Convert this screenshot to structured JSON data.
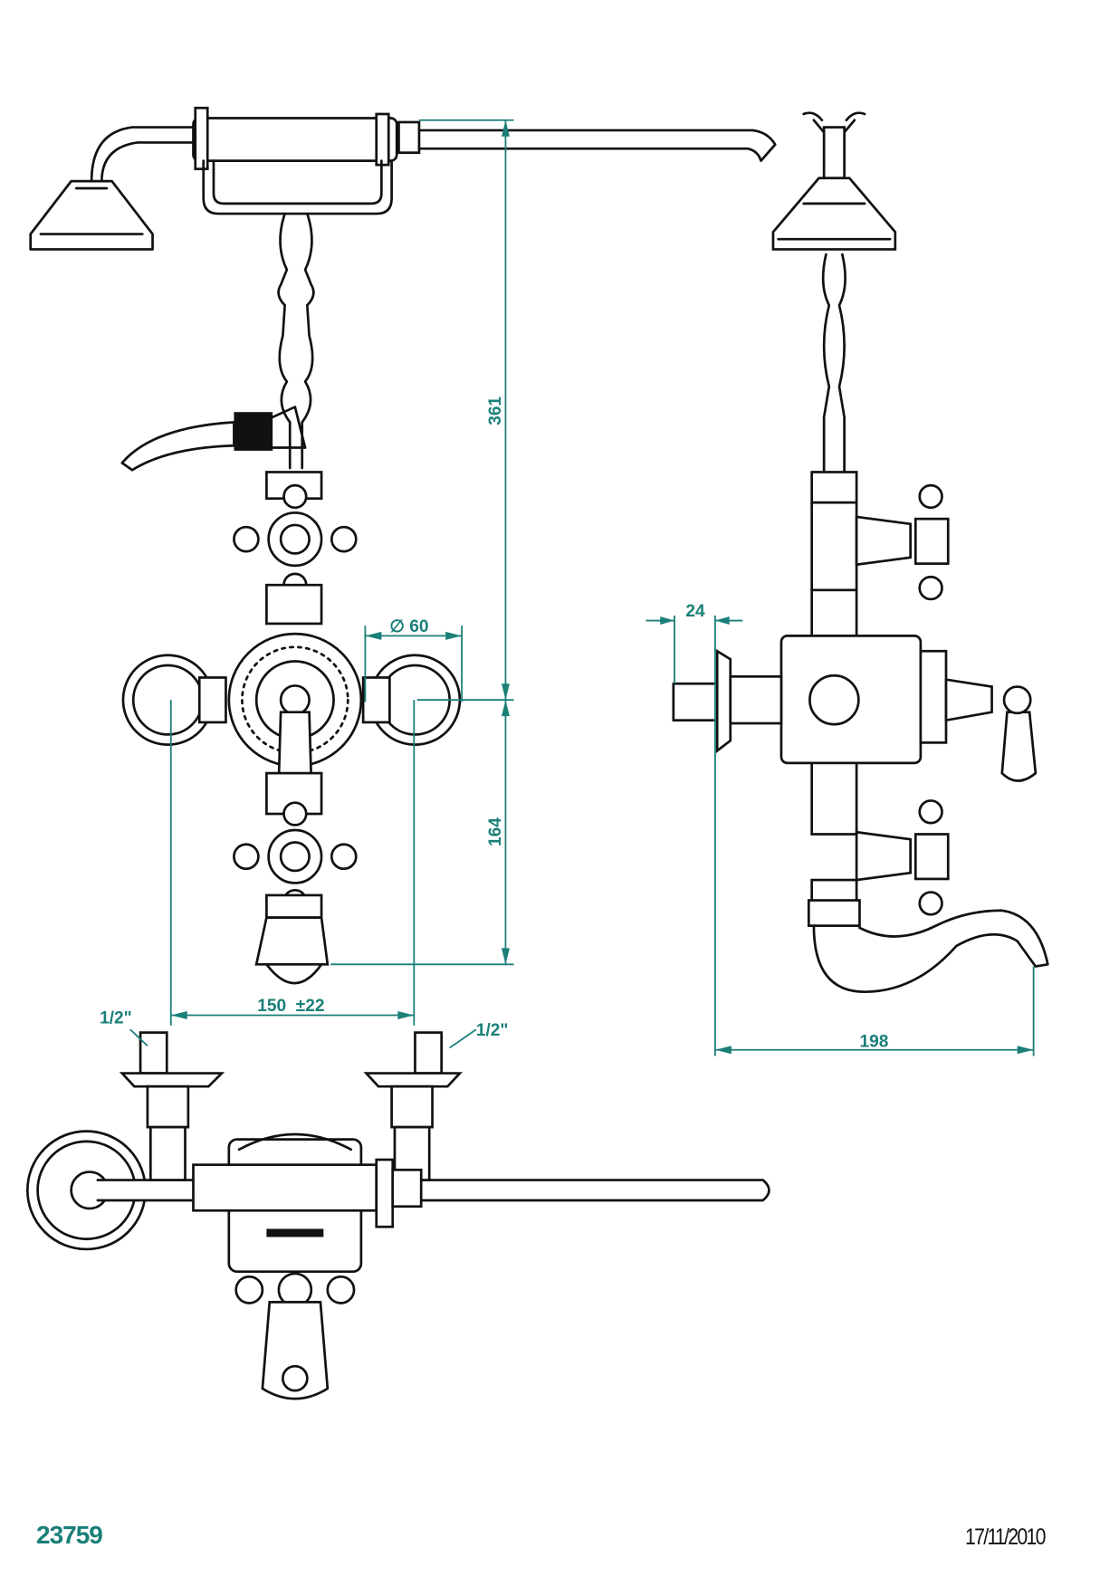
{
  "drawing": {
    "product_code": "23759",
    "date": "17/11/2010",
    "accent_color": "#1a7f78",
    "dimensions": {
      "height_upper": "361",
      "height_lower": "164",
      "diameter": "∅ 60",
      "depth_escutcheon": "24",
      "centers": "150  ±22",
      "projection": "198",
      "inlet_left": "1/2\"",
      "inlet_right": "1/2\""
    }
  }
}
